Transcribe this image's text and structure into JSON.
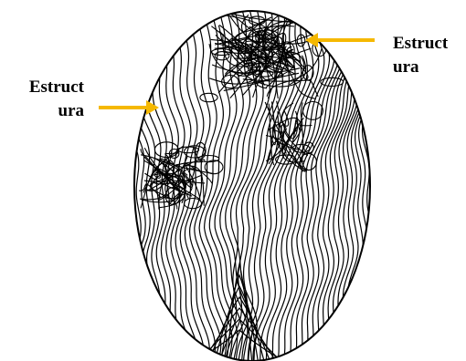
{
  "figure": {
    "subject": "wood-grain-oval",
    "arrow_color": "#F5B800",
    "line_color": "#000000"
  },
  "annotations": {
    "left_label": {
      "line1": "Estruct",
      "line2": "ura"
    },
    "right_label": {
      "line1": "Estruct",
      "line2": "ura"
    }
  }
}
